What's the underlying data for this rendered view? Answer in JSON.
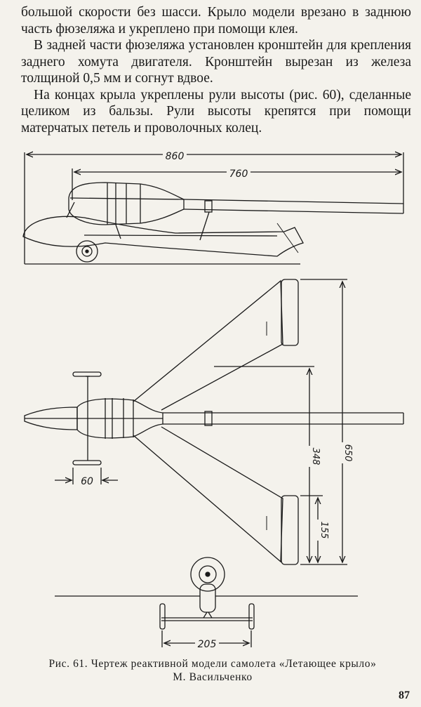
{
  "body_text": {
    "p1": "большой скорости без шасси. Крыло модели врезано в заднюю часть фюзеляжа и укреплено при помощи клея.",
    "p2": "В задней части фюзеляжа установлен кронштейн для крепления заднего хомута двигателя. Кронштейн вырезан из железа толщиной 0,5 мм и согнут вдвое.",
    "p3": "На концах крыла укреплены рули высоты (рис. 60), сделанные целиком из бальзы. Рули высоты крепятся при помощи матерчатых петель и проволочных колец."
  },
  "figure": {
    "dim_overall_length": "860",
    "dim_body_length": "760",
    "dim_gear_width": "60",
    "dim_wing_half": "348",
    "dim_span": "650",
    "dim_elevator": "155",
    "dim_wheel_track": "205"
  },
  "caption": {
    "line1": "Рис. 61. Чертеж реактивной модели самолета «Летающее крыло»",
    "line2": "М. Васильченко"
  },
  "page_number": "87"
}
